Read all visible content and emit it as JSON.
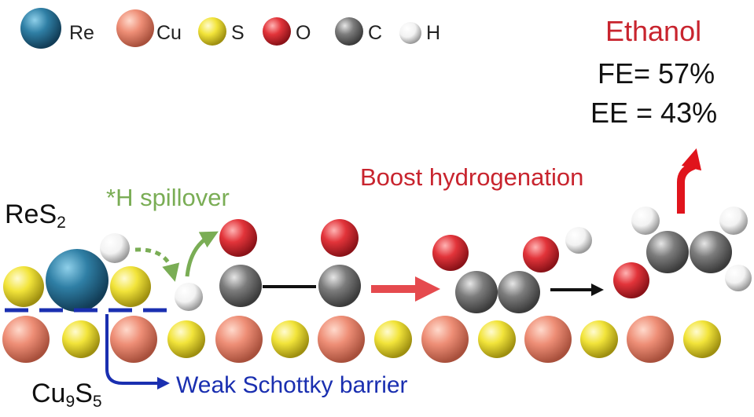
{
  "colors": {
    "Re": "#2f7fa5",
    "Cu": "#ee8e76",
    "S": "#f2e43a",
    "O": "#e2343a",
    "C": "#7c7c7c",
    "H": "#f2f2f2",
    "accent_red": "#c8242e",
    "spillover_green": "#7aad55",
    "barrier_blue": "#1a2fb0",
    "black": "#111111"
  },
  "legend": [
    {
      "element": "Re",
      "label": "Re",
      "color": "#2f7fa5"
    },
    {
      "element": "Cu",
      "label": "Cu",
      "color": "#ee8e76"
    },
    {
      "element": "S",
      "label": "S",
      "color": "#f2e43a"
    },
    {
      "element": "O",
      "label": "O",
      "color": "#e2343a"
    },
    {
      "element": "C",
      "label": "C",
      "color": "#7c7c7c"
    },
    {
      "element": "H",
      "label": "H",
      "color": "#f2f2f2"
    }
  ],
  "product": {
    "name": "Ethanol",
    "fe": "FE= 57%",
    "ee": "EE = 43%"
  },
  "labels": {
    "res2_main": "ReS",
    "res2_sub": "2",
    "spillover": "*H spillover",
    "boost": "Boost hydrogenation",
    "barrier": "Weak Schottky barrier",
    "cu_main": "Cu",
    "cu_sub": "9",
    "s_main": "S",
    "s_sub": "5"
  }
}
